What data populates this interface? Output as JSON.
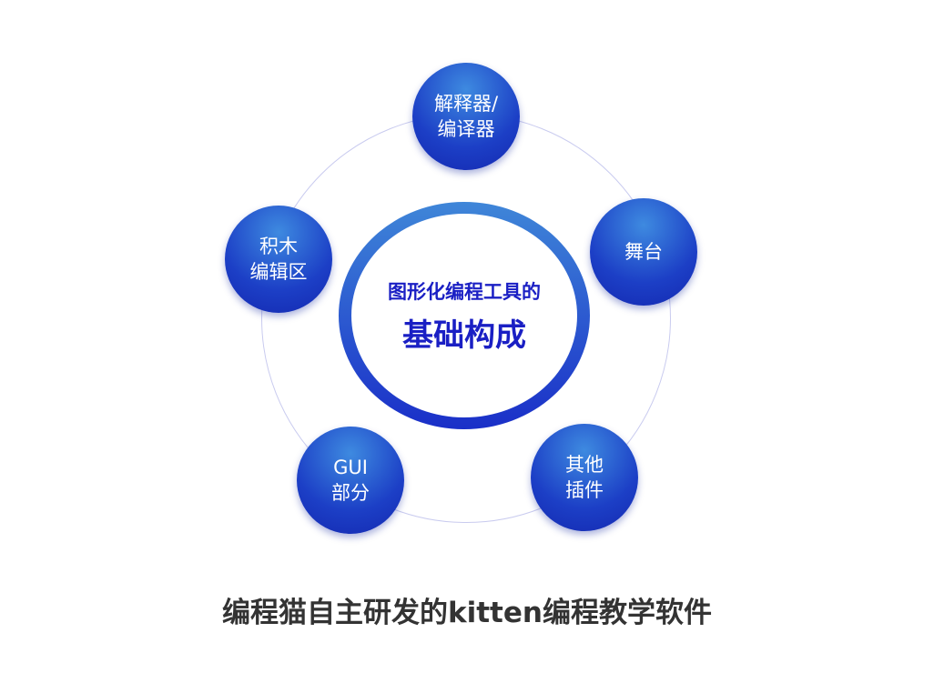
{
  "center": {
    "line1": "图形化编程工具的",
    "line2": "基础构成"
  },
  "nodes": [
    {
      "line1": "解释器/",
      "line2": "编译器"
    },
    {
      "line1": "舞台",
      "line2": ""
    },
    {
      "line1": "其他",
      "line2": "插件"
    },
    {
      "line1": "GUI",
      "line2": "部分"
    },
    {
      "line1": "积木",
      "line2": "编辑区"
    }
  ],
  "caption": "编程猫自主研发的kitten编程教学软件"
}
